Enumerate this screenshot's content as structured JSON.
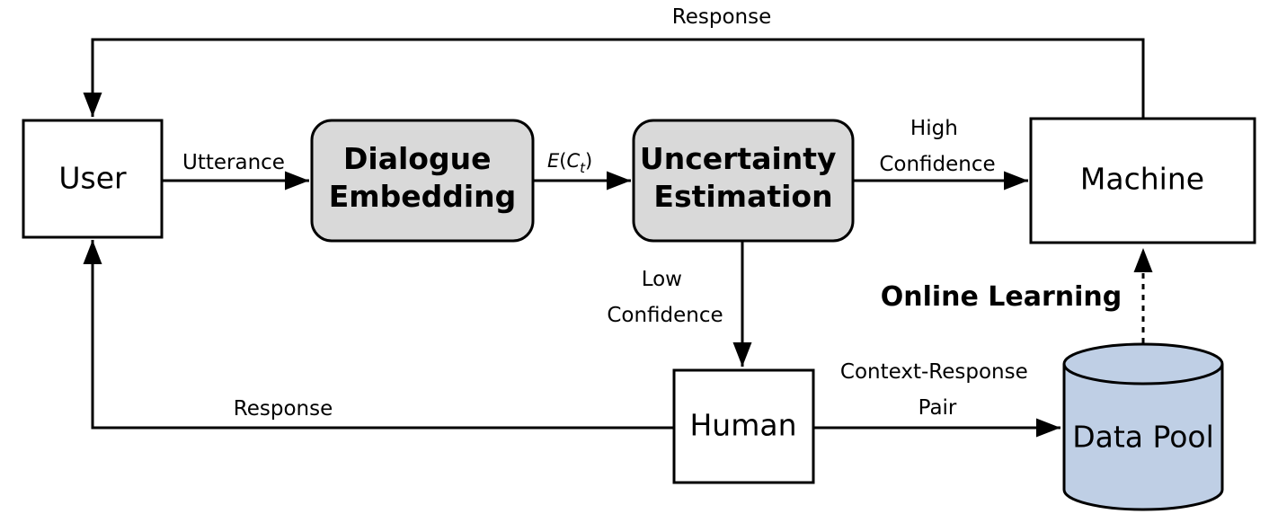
{
  "nodes": {
    "user": "User",
    "dialogue_embedding": [
      "Dialogue",
      "Embedding"
    ],
    "uncertainty_estimation": [
      "Uncertainty",
      "Estimation"
    ],
    "machine": "Machine",
    "human": "Human",
    "data_pool": "Data Pool"
  },
  "edges": {
    "response_top": "Response",
    "utterance": "Utterance",
    "embedding_output": {
      "prefix": "E",
      "open": "(",
      "var": "C",
      "sub": "t",
      "close": ")"
    },
    "high_confidence": [
      "High",
      "Confidence"
    ],
    "low_confidence": [
      "Low",
      "Confidence"
    ],
    "context_response_pair": [
      "Context-Response",
      "Pair"
    ],
    "response_bottom": "Response"
  },
  "annotations": {
    "online_learning": "Online Learning"
  },
  "colors": {
    "process_fill": "#d9d9d9",
    "data_pool_fill": "#bfcfe5",
    "stroke": "#000000"
  }
}
